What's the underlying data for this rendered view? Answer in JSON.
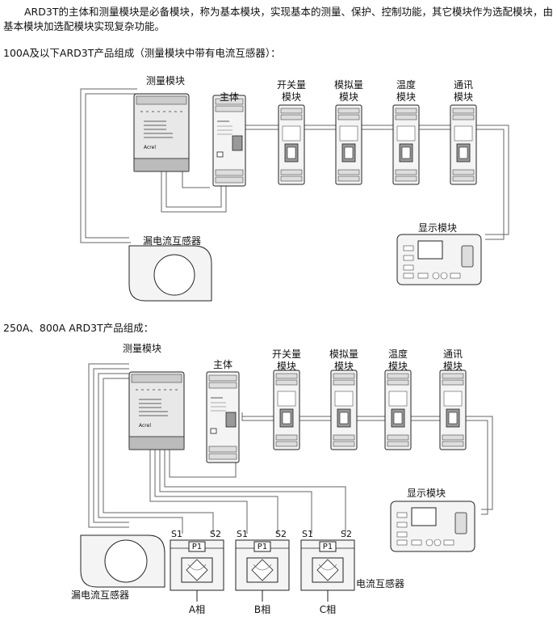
{
  "intro": "ARD3T的主体和测量模块是必备模块，称为基本模块，实现基本的测量、保护、控制功能，其它模块作为选配模块，由基本模块加选配模块实现复杂功能。",
  "heading_1": "100A及以下ARD3T产品组成（测量模块中带有电流互感器）：",
  "heading_2": "250A、800A ARD3T产品组成：",
  "d1": {
    "measure": "测量模块",
    "main": "主体",
    "switch_l1": "开关量",
    "switch_l2": "模块",
    "analog_l1": "模拟量",
    "analog_l2": "模块",
    "temp_l1": "温度",
    "temp_l2": "模块",
    "comm_l1": "通讯",
    "comm_l2": "模块",
    "display": "显示模块",
    "leak_ct": "漏电流互感器"
  },
  "d2": {
    "measure": "测量模块",
    "main": "主体",
    "switch_l1": "开关量",
    "switch_l2": "模块",
    "analog_l1": "模拟量",
    "analog_l2": "模块",
    "temp_l1": "温度",
    "temp_l2": "模块",
    "comm_l1": "通讯",
    "comm_l2": "模块",
    "display": "显示模块",
    "leak_ct": "漏电流互感器",
    "ct_label": "电流互感器",
    "s1": "S1",
    "s2": "S2",
    "p1": "P1",
    "phase_a": "A相",
    "phase_b": "B相",
    "phase_c": "C相"
  },
  "brand": "Acrel"
}
